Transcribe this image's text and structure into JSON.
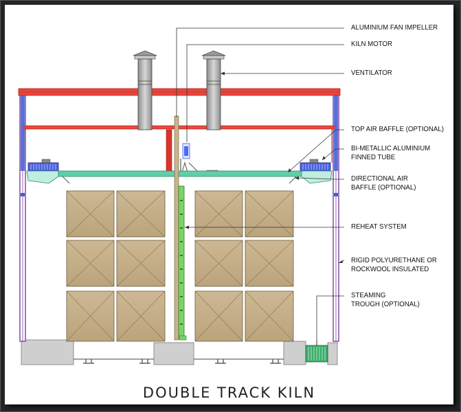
{
  "title": "DOUBLE TRACK KILN",
  "callouts": {
    "fan_impeller": "ALUMINIUM FAN IMPELLER",
    "kiln_motor": "KILN MOTOR",
    "ventilator": "VENTILATOR",
    "top_air_baffle": "TOP AIR BAFFLE (OPTIONAL)",
    "finned_tube": "BI-METALLIC ALUMINIUM\nFINNED TUBE",
    "directional_baffle": "DIRECTIONAL AIR\nBAFFLE (OPTIONAL)",
    "reheat": "REHEAT SYSTEM",
    "insulation": "RIGID POLYURETHANE OR\nROCKWOOL INSULATED",
    "steaming": "STEAMING\nTROUGH (OPTIONAL)"
  },
  "colors": {
    "roof": "#e8463c",
    "wall_purple": "#7b3fa0",
    "wall_blue": "#3f5fd6",
    "baffle_green": "#5ed0a8",
    "lumber": "#c9b48e",
    "foundation": "#cfcfcf",
    "ventilator": "#a9a9a9",
    "motor_red": "#d9352b",
    "reheat_green": "#7dd36a"
  }
}
